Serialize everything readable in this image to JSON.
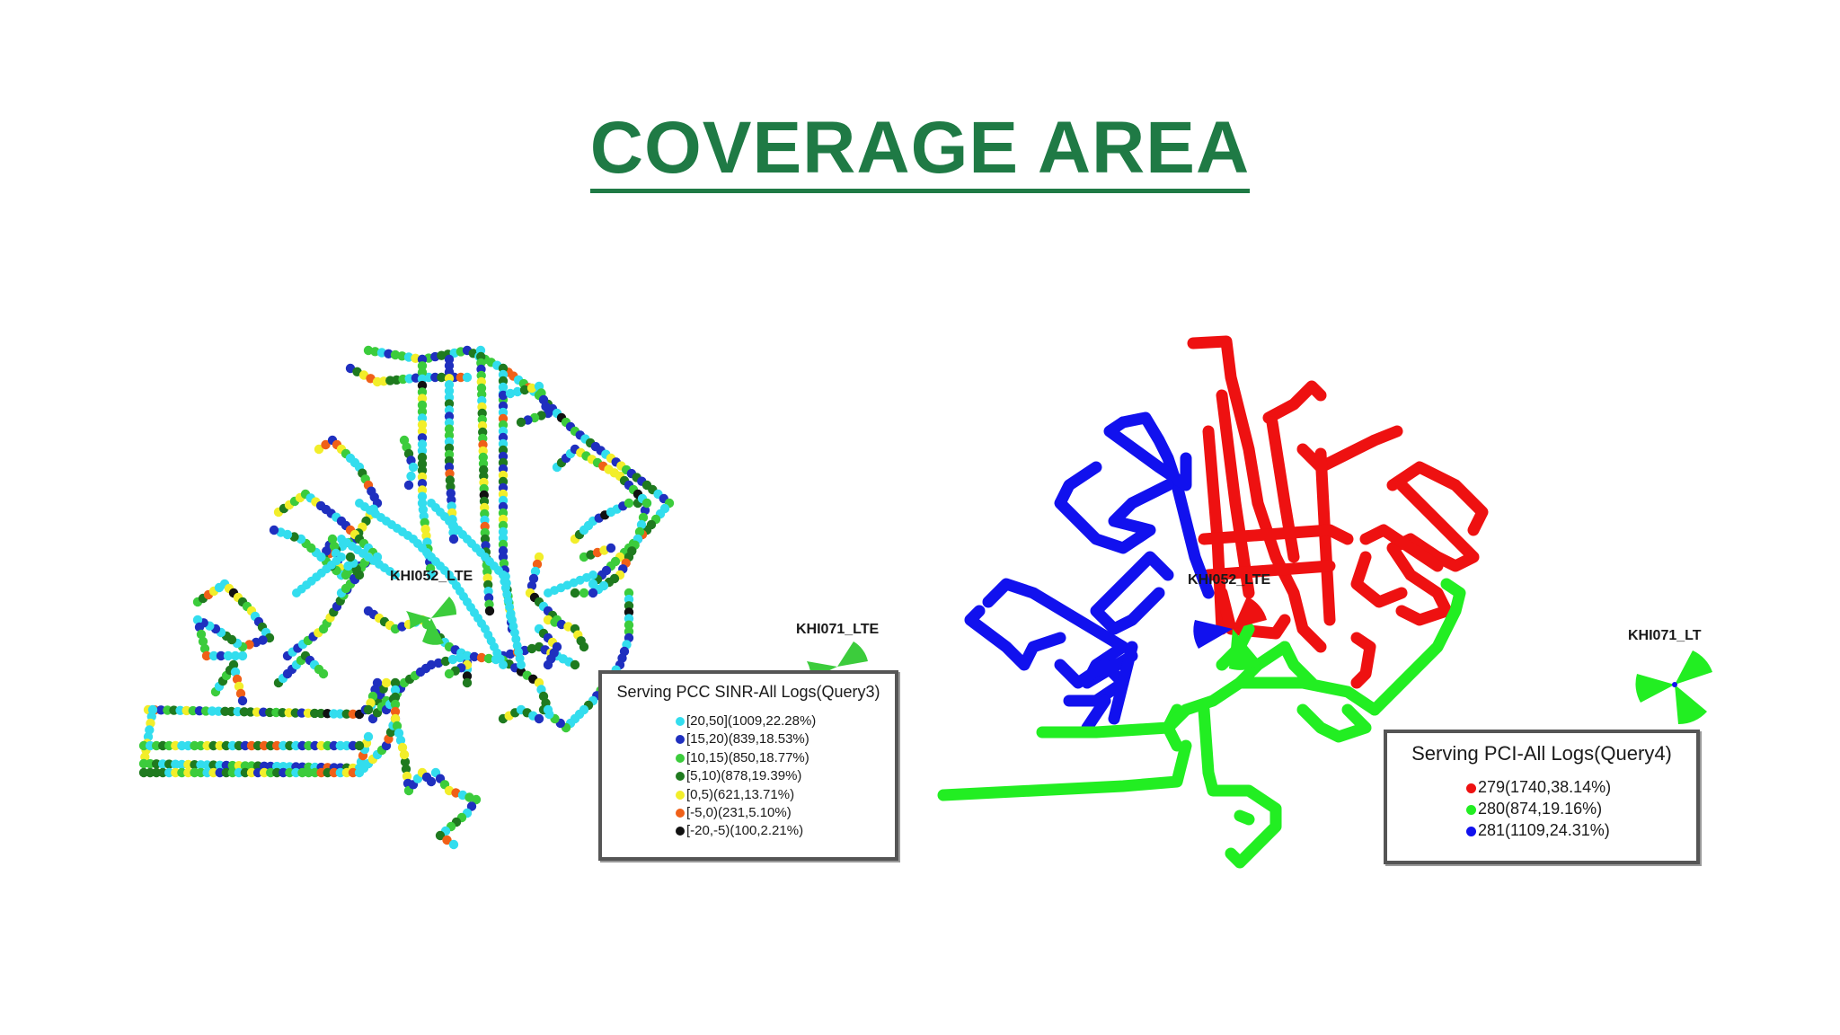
{
  "page": {
    "title": "COVERAGE AREA",
    "title_color": "#1f7a45"
  },
  "sites": {
    "site_a": "KHI052_LTE",
    "site_b": "KHI071_LTE",
    "site_b_truncated": "KHI071_LT"
  },
  "sinr_map": {
    "legend": {
      "title": "Serving PCC SINR-All Logs(Query3)",
      "items": [
        {
          "label": "[20,50](1009,22.28%)",
          "color": "#33ddee"
        },
        {
          "label": "[15,20)(839,18.53%)",
          "color": "#1f2fbf"
        },
        {
          "label": "[10,15)(850,18.77%)",
          "color": "#3ccc3c"
        },
        {
          "label": "[5,10)(878,19.39%)",
          "color": "#1f7a1f"
        },
        {
          "label": "[0,5)(621,13.71%)",
          "color": "#f2ee2a"
        },
        {
          "label": "[-5,0)(231,5.10%)",
          "color": "#f06018"
        },
        {
          "label": "[-20,-5)(100,2.21%)",
          "color": "#111111"
        }
      ]
    }
  },
  "pci_map": {
    "legend": {
      "title": "Serving PCI-All Logs(Query4)",
      "items": [
        {
          "label": "279(1740,38.14%)",
          "color": "#ee1111"
        },
        {
          "label": "280(874,19.16%)",
          "color": "#22ee22"
        },
        {
          "label": "281(1109,24.31%)",
          "color": "#1111ee"
        }
      ]
    }
  }
}
